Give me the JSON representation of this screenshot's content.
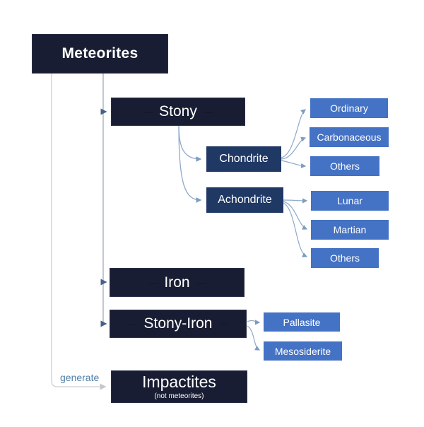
{
  "palette": {
    "dark_navy": "#191d33",
    "mid_navy": "#1f3864",
    "leaf_blue": "#4472c4",
    "long_line_gray": "#d4d6da",
    "trunk_line_gray": "#a9b7c3",
    "curve_line_blue": "#8fa9c9",
    "generate_text_blue": "#4d7ea8",
    "background": "#ffffff"
  },
  "diagram": {
    "nodes": {
      "meteorites": {
        "label": "Meteorites"
      },
      "stony": {
        "label": "Stony",
        "mark": "‒‒‒‒‒"
      },
      "chondrite": {
        "label": "Chondrite"
      },
      "achondrite": {
        "label": "Achondrite"
      },
      "ordinary": {
        "label": "Ordinary"
      },
      "carbonaceous": {
        "label": "Carbonaceous"
      },
      "chondrite_others": {
        "label": "Others"
      },
      "lunar": {
        "label": "Lunar"
      },
      "martian": {
        "label": "Martian"
      },
      "achondrite_others": {
        "label": "Others"
      },
      "iron": {
        "label": "Iron",
        "mark": "‒‒‒‒‒"
      },
      "stony_iron": {
        "label": "Stony-Iron",
        "mark": "‒‒‒‒‒"
      },
      "pallasite": {
        "label": "Pallasite"
      },
      "mesosiderite": {
        "label": "Mesosiderite"
      },
      "impactites": {
        "label": "Impactites",
        "sublabel": "(not meteorites)"
      }
    },
    "labels": {
      "generate": "generate"
    }
  }
}
